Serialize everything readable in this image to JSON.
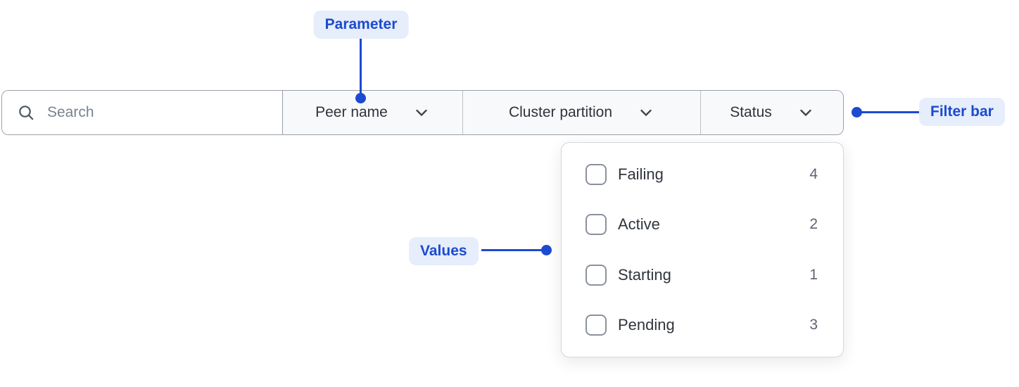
{
  "annotations": {
    "parameter_label": "Parameter",
    "filter_bar_label": "Filter bar",
    "values_label": "Values",
    "accent_blue": "#1C4AD0",
    "badge_background": "#E6EDFB"
  },
  "filter_bar": {
    "search": {
      "placeholder": "Search",
      "value": "",
      "icon": "search-icon"
    },
    "dropdowns": [
      {
        "label": "Peer name",
        "icon": "chevron-down-icon"
      },
      {
        "label": "Cluster partition",
        "icon": "chevron-down-icon"
      },
      {
        "label": "Status",
        "icon": "chevron-down-icon"
      }
    ]
  },
  "status_dropdown": {
    "options": [
      {
        "label": "Failing",
        "count": 4,
        "checked": false
      },
      {
        "label": "Active",
        "count": 2,
        "checked": false
      },
      {
        "label": "Starting",
        "count": 1,
        "checked": false
      },
      {
        "label": "Pending",
        "count": 3,
        "checked": false
      }
    ]
  }
}
